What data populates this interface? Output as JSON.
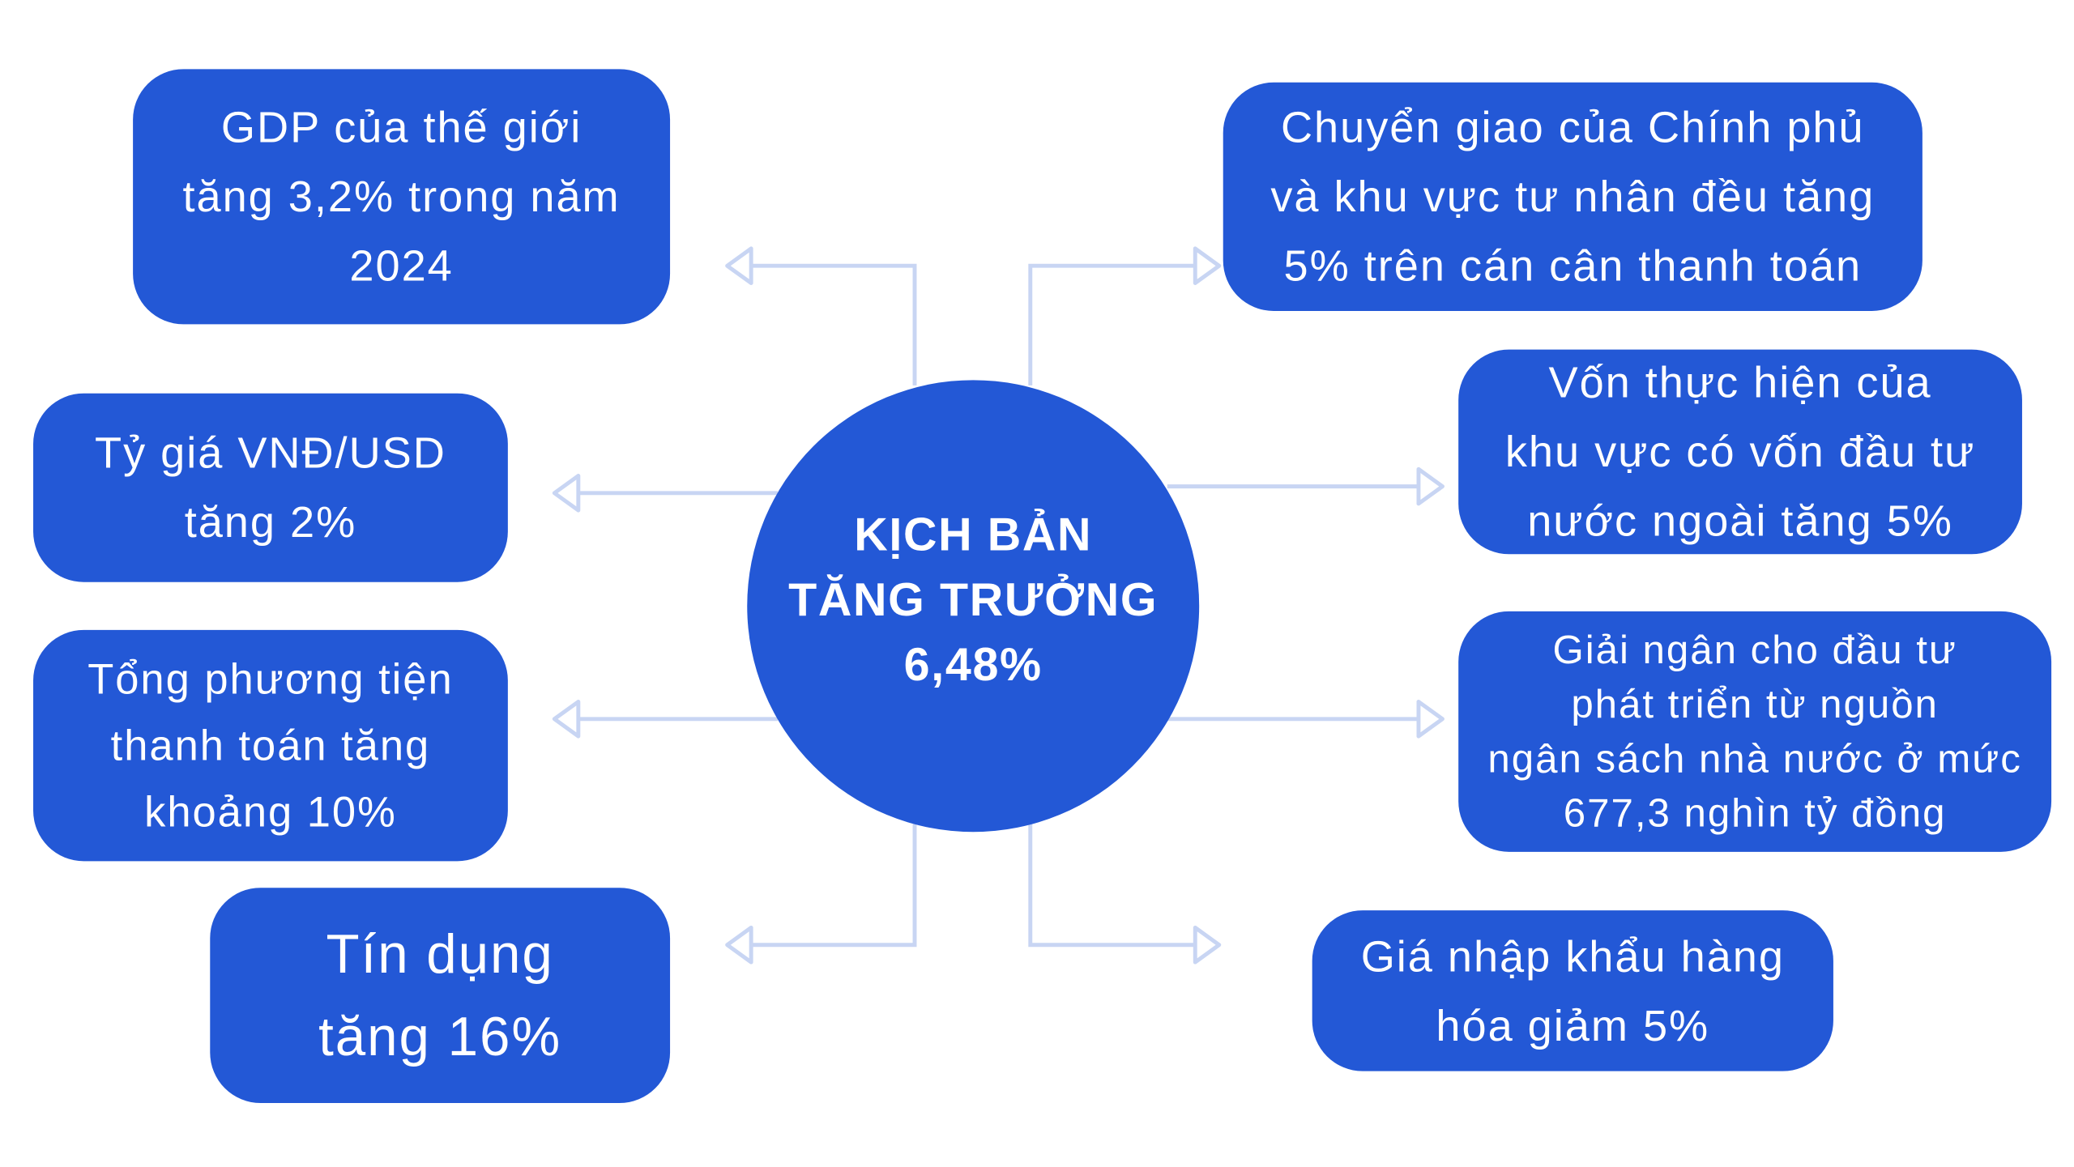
{
  "center": {
    "lines": [
      "KỊCH BẢN",
      "TĂNG TRƯỞNG",
      "6,48%"
    ]
  },
  "left_items": [
    {
      "lines": [
        "GDP của thế giới",
        "tăng 3,2% trong năm",
        "2024"
      ]
    },
    {
      "lines": [
        "Tỷ giá VNĐ/USD",
        "tăng 2%"
      ]
    },
    {
      "lines": [
        "Tổng phương tiện",
        "thanh toán tăng",
        "khoảng 10%"
      ]
    },
    {
      "lines": [
        "Tín dụng",
        "tăng 16%"
      ]
    }
  ],
  "right_items": [
    {
      "lines": [
        "Chuyển giao của Chính phủ",
        "và khu vực tư nhân đều tăng",
        "5% trên cán cân thanh toán"
      ]
    },
    {
      "lines": [
        "Vốn thực hiện của",
        "khu vực có vốn đầu tư",
        "nước ngoài tăng 5%"
      ]
    },
    {
      "lines": [
        "Giải ngân cho đầu tư",
        "phát triển từ nguồn",
        "ngân sách nhà nước ở mức",
        "677,3 nghìn tỷ đồng"
      ]
    },
    {
      "lines": [
        "Giá nhập khẩu hàng",
        "hóa giảm 5%"
      ]
    }
  ],
  "colors": {
    "box": "#2358d6",
    "connector": "#c8d5f3",
    "text": "#ffffff"
  }
}
